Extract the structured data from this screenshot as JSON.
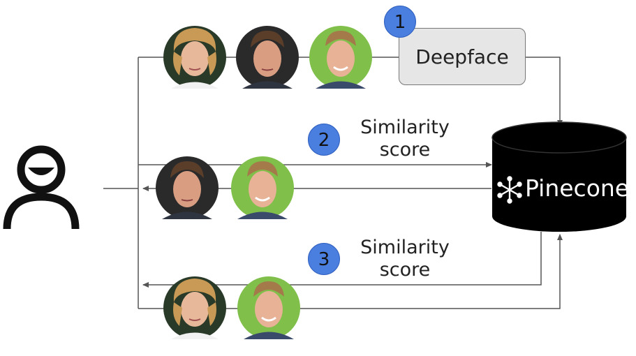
{
  "deepface": {
    "label": "Deepface",
    "step": "1"
  },
  "step2": {
    "number": "2",
    "label_line1": "Similarity",
    "label_line2": "score"
  },
  "step3": {
    "number": "3",
    "label_line1": "Similarity",
    "label_line2": "score"
  },
  "pinecone": {
    "label": "Pinecone"
  },
  "icons": {
    "user": "user-icon",
    "pinecone_logo": "pinecone-logo-icon",
    "faces": [
      "face-diana",
      "face-charles",
      "face-william"
    ]
  },
  "colors": {
    "badge": "#4a7fe0",
    "deepface_box": "#e6e6e6",
    "database": "#000000",
    "line": "#555555"
  }
}
